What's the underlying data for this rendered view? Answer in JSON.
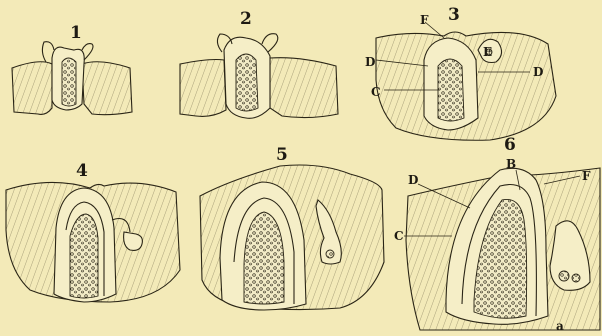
{
  "figures": [
    {
      "number": "1"
    },
    {
      "number": "2"
    },
    {
      "number": "3",
      "labels": [
        "F",
        "D",
        "E",
        "C",
        "D"
      ]
    },
    {
      "number": "4"
    },
    {
      "number": "5"
    },
    {
      "number": "6",
      "labels": [
        "B",
        "D",
        "F",
        "C"
      ]
    }
  ],
  "corner_mark": "a",
  "colors": {
    "paper": "#f3eab8",
    "ink": "#2a2516"
  }
}
